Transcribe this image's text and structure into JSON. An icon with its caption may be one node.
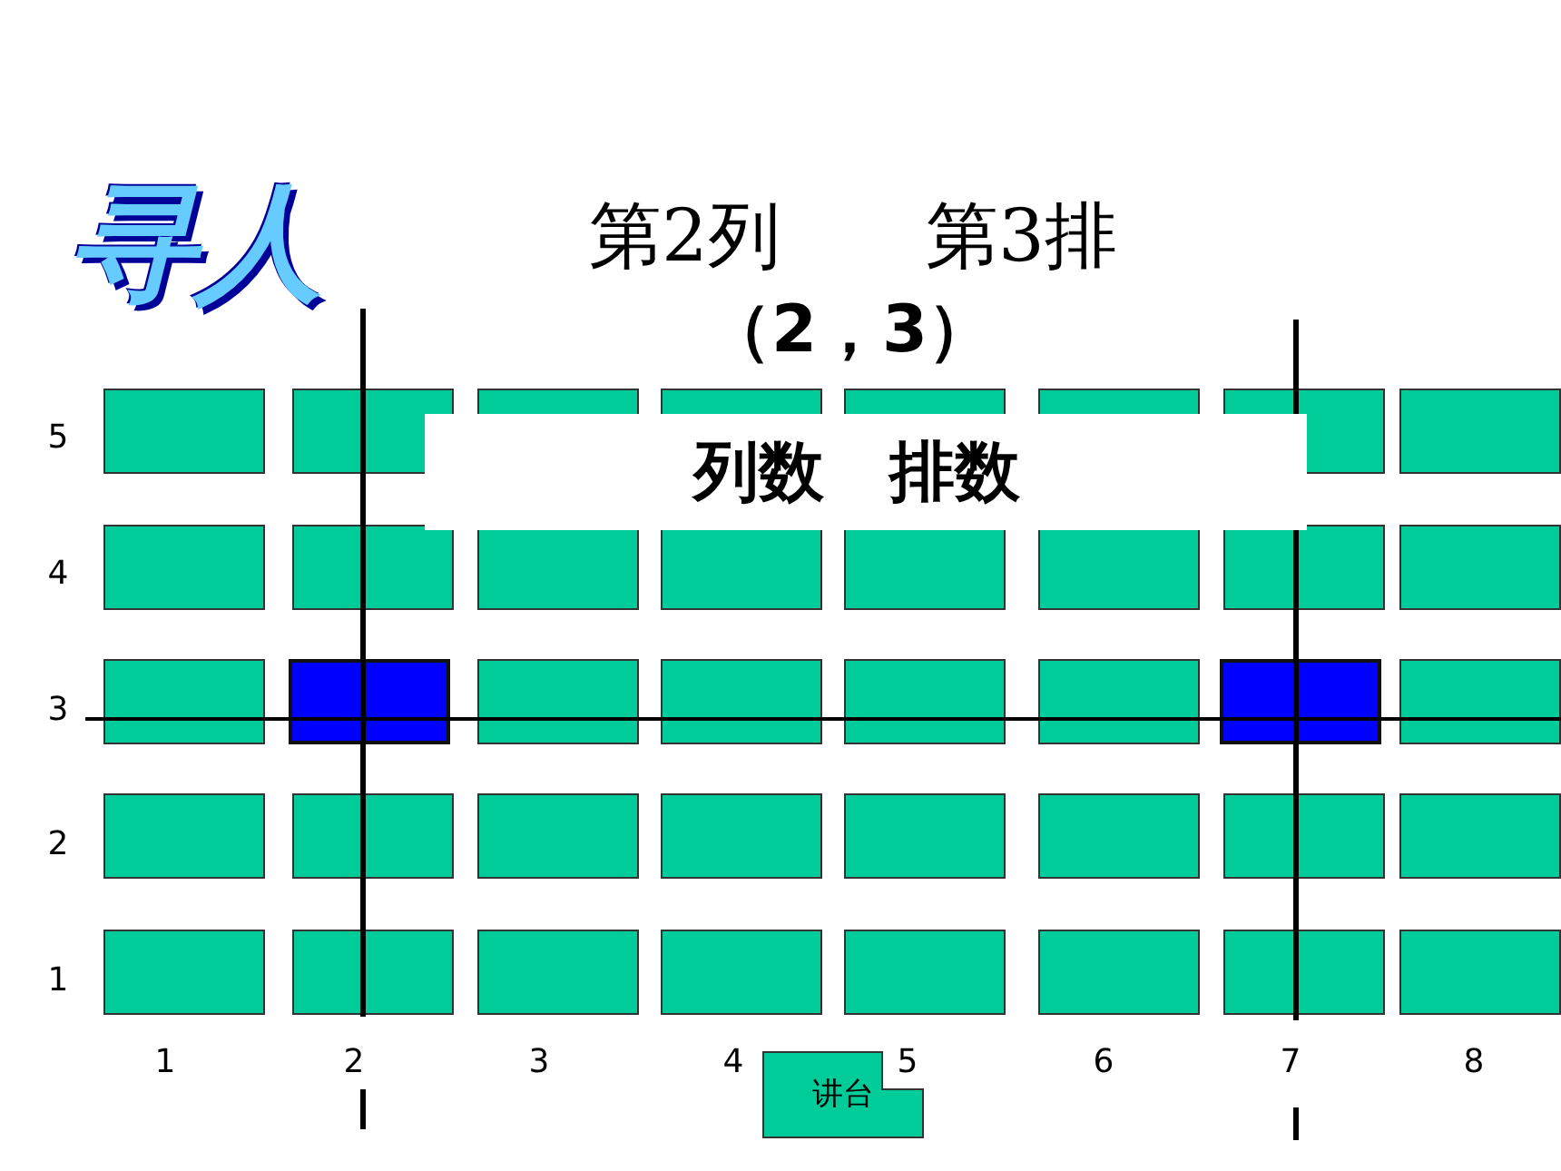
{
  "diagram": {
    "title": "寻人",
    "nodes": [
      {
        "text": [],
        "shape": "box"
      },
      {
        "text": [],
        "shape": "box"
      },
      {
        "text": [],
        "shape": "box"
      },
      {
        "text": [],
        "shape": "box"
      },
      {
        "text": [],
        "shape": "box"
      },
      {
        "text": [],
        "shape": "box"
      },
      {
        "text": [],
        "shape": "box"
      },
      {
        "text": [],
        "shape": "box"
      },
      {
        "text": [],
        "shape": "box"
      },
      {
        "text": [],
        "shape": "box"
      },
      {
        "text": [],
        "shape": "box"
      },
      {
        "text": [],
        "shape": "box"
      },
      {
        "text": [],
        "shape": "box"
      },
      {
        "text": [],
        "shape": "box"
      },
      {
        "text": [],
        "shape": "box"
      },
      {
        "text": [],
        "shape": "box"
      },
      {
        "text": [],
        "shape": "box"
      },
      {
        "text": [],
        "shape": "box"
      },
      {
        "text": [],
        "shape": "box"
      },
      {
        "text": [],
        "shape": "box"
      },
      {
        "text": [],
        "shape": "box"
      },
      {
        "text": [],
        "shape": "box"
      },
      {
        "text": [],
        "shape": "box"
      },
      {
        "text": [],
        "shape": "box"
      },
      {
        "text": [],
        "shape": "box"
      },
      {
        "text": [],
        "shape": "box"
      },
      {
        "text": [],
        "shape": "box"
      },
      {
        "text": [],
        "shape": "box"
      },
      {
        "text": [],
        "shape": "box"
      },
      {
        "text": [],
        "shape": "box"
      },
      {
        "text": [],
        "shape": "box"
      },
      {
        "text": [],
        "shape": "box"
      },
      {
        "text": [],
        "shape": "box"
      },
      {
        "text": [],
        "shape": "box"
      },
      {
        "text": [],
        "shape": "box"
      },
      {
        "text": [],
        "shape": "box"
      },
      {
        "text": [],
        "shape": "box"
      },
      {
        "text": [],
        "shape": "box"
      },
      {
        "text": [],
        "shape": "box"
      },
      {
        "text": [],
        "shape": "box"
      },
      {
        "text": [
          "讲台"
        ]
      }
    ],
    "labels": [
      "第2列　　第3排",
      "（2，3）",
      "列数　排数",
      "5",
      "4",
      "3",
      "2",
      "1",
      "1",
      "2",
      "3",
      "4",
      "5",
      "6",
      "7",
      "8"
    ]
  }
}
